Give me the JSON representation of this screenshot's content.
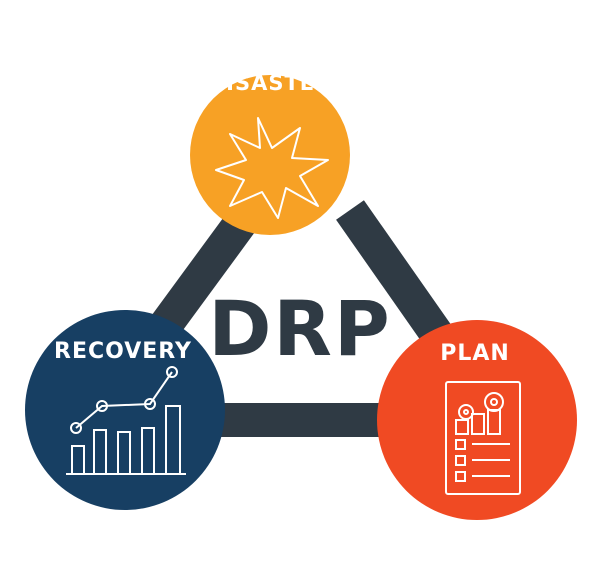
{
  "diagram": {
    "center_label": "DRP",
    "nodes": [
      {
        "id": "disaster",
        "label": "DISASTER",
        "icon": "explosion-icon",
        "color": "#F7A125"
      },
      {
        "id": "recovery",
        "label": "RECOVERY",
        "icon": "rising-bar-chart-icon",
        "color": "#173F63"
      },
      {
        "id": "plan",
        "label": "PLAN",
        "icon": "plan-checklist-icon",
        "color": "#F04A23"
      }
    ],
    "colors": {
      "connector": "#2F3A44",
      "center_text": "#2F3A44",
      "icon_stroke": "#FFFFFF"
    }
  }
}
